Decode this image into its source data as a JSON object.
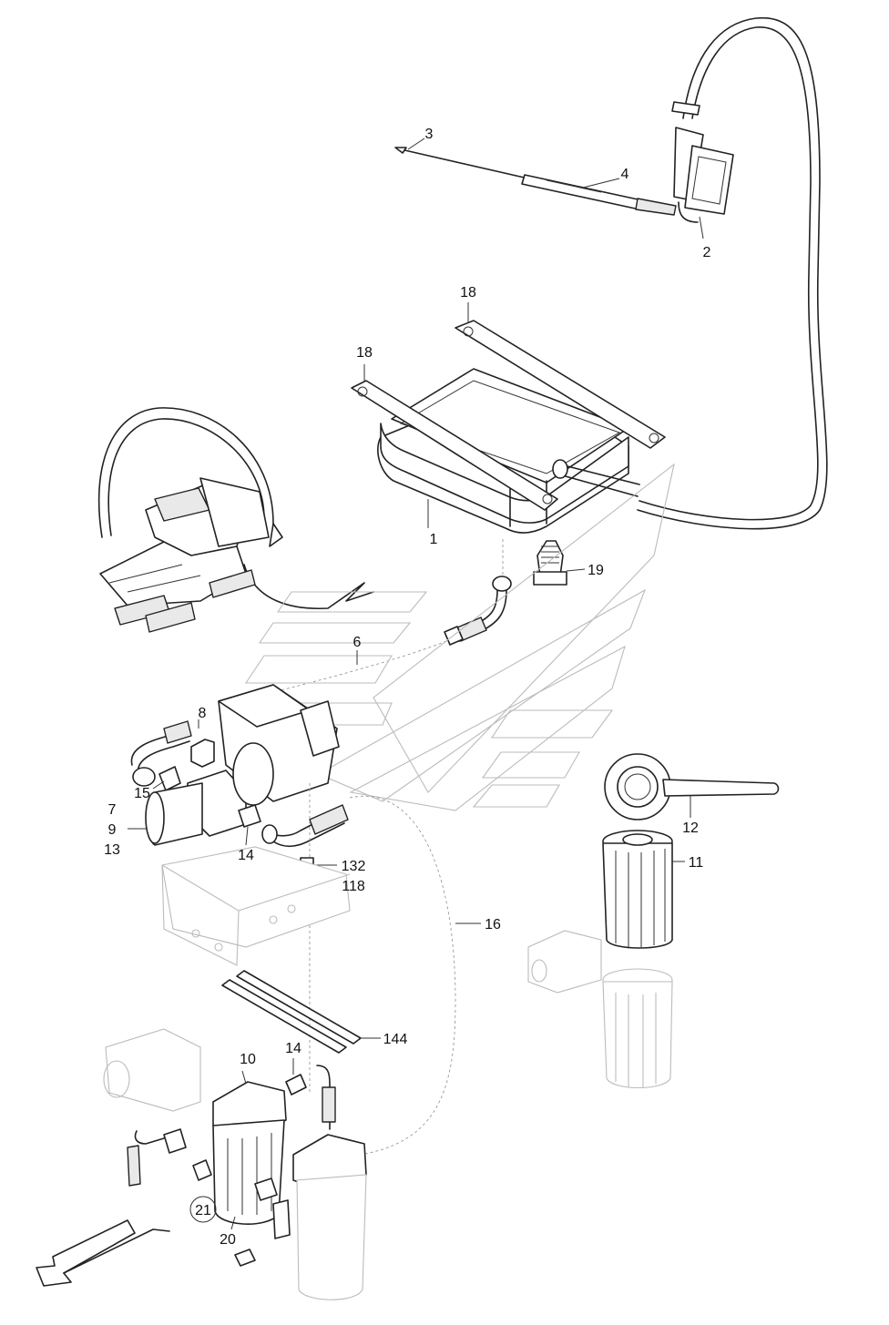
{
  "callouts": {
    "c1": "1",
    "c2": "2",
    "c3": "3",
    "c4": "4",
    "c6": "6",
    "c7": "7",
    "c8": "8",
    "c9": "9",
    "c10": "10",
    "c11": "11",
    "c12": "12",
    "c13": "13",
    "c14a": "14",
    "c14b": "14",
    "c15": "15",
    "c16": "16",
    "c18a": "18",
    "c18b": "18",
    "c19": "19",
    "c20": "20",
    "c21": "21",
    "c118": "118",
    "c132": "132",
    "c144": "144"
  }
}
